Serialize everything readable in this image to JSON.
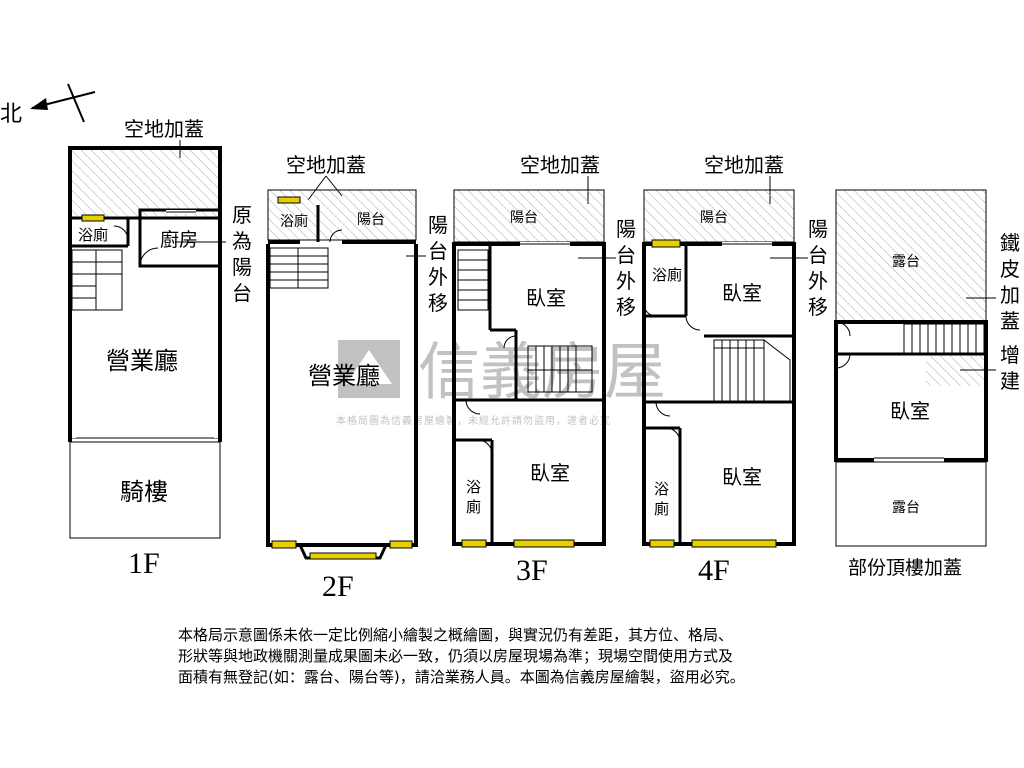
{
  "north": "北",
  "watermark": {
    "brand": "信義房屋",
    "notice": "本格局圖為信義房屋繪製，未經允許請勿盜用，違者必究"
  },
  "floors": {
    "f1": {
      "caption": "1F",
      "top_addition": "空地加蓋",
      "bath": "浴廁",
      "kitchen": "廚房",
      "balcony_note": [
        "原",
        "為",
        "陽",
        "台"
      ],
      "hall": "營業廳",
      "arcade": "騎樓"
    },
    "f2": {
      "caption": "2F",
      "top_addition": "空地加蓋",
      "bath": "浴廁",
      "balcony": "陽台",
      "balcony_note": [
        "陽",
        "台",
        "外",
        "移"
      ],
      "hall": "營業廳"
    },
    "f3": {
      "caption": "3F",
      "top_addition": "空地加蓋",
      "balcony": "陽台",
      "balcony_note": [
        "陽",
        "台",
        "外",
        "移"
      ],
      "bedroom_upper": "臥室",
      "bedroom_lower": "臥室",
      "bath": [
        "浴",
        "廁"
      ]
    },
    "f4": {
      "caption": "4F",
      "top_addition": "空地加蓋",
      "balcony": "陽台",
      "balcony_note": [
        "陽",
        "台",
        "外",
        "移"
      ],
      "bath_upper": "浴廁",
      "bedroom_upper": "臥室",
      "bedroom_lower": "臥室",
      "bath": [
        "浴",
        "廁"
      ]
    },
    "roof": {
      "caption": "部份頂樓加蓋",
      "terrace_upper": "露台",
      "iron_addition": [
        "鐵",
        "皮",
        "加",
        "蓋"
      ],
      "extension": [
        "增",
        "建"
      ],
      "bedroom": "臥室",
      "terrace_lower": "露台"
    }
  },
  "disclaimer": [
    "本格局示意圖係未依一定比例縮小繪製之概繪圖，與實況仍有差距，其方位、格局、",
    "形狀等與地政機關測量成果圖未必一致，仍須以房屋現場為準；現場空間使用方式及",
    "面積有無登記(如：露台、陽台等)，請洽業務人員。本圖為信義房屋繪製，盜用必究。"
  ],
  "colors": {
    "wall": "#000000",
    "hatch": "#aaaaaa",
    "window": "#e8d000",
    "watermark": "#8f8f8f"
  }
}
